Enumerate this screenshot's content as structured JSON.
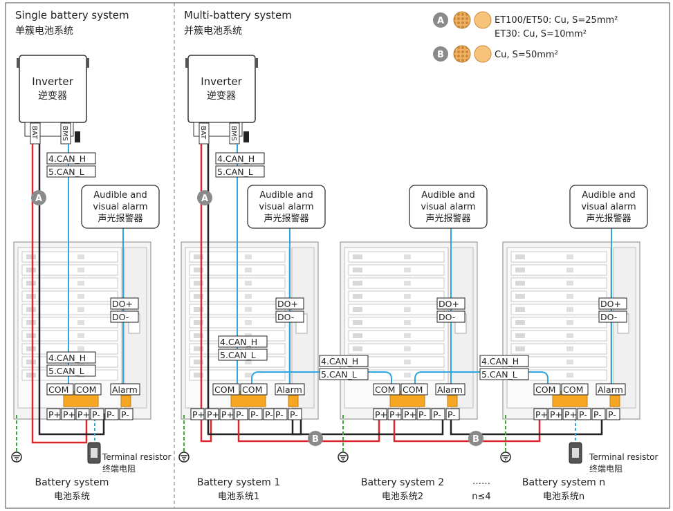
{
  "sections": {
    "single": {
      "title_en": "Single battery system",
      "title_cn": "单簇电池系统"
    },
    "multi": {
      "title_en": "Multi-battery system",
      "title_cn": "并簇电池系统"
    }
  },
  "legend": {
    "a_badge": "A",
    "a_line1": "ET100/ET50: Cu, S=25mm²",
    "a_line2": "ET30: Cu, S=10mm²",
    "b_badge": "B",
    "b_line1": "Cu, S=50mm²"
  },
  "inverter": {
    "name_en": "Inverter",
    "name_cn": "逆变器",
    "port_bat": "BAT",
    "port_bms": "BMS"
  },
  "labels": {
    "can_h": "4.CAN_H",
    "can_l": "5.CAN_L",
    "do_plus": "DO+",
    "do_minus": "DO-",
    "com": "COM",
    "alarm": "Alarm",
    "p_plus": "P+",
    "p_minus": "P-",
    "badge_a": "A",
    "badge_b": "B"
  },
  "alarm": {
    "line1": "Audible and",
    "line2": "visual alarm",
    "line3": "声光报警器"
  },
  "terminal": {
    "en": "Terminal resistor",
    "cn": "终端电阻"
  },
  "systems": {
    "single": {
      "en": "Battery system",
      "cn": "电池系统"
    },
    "s1": {
      "en": "Battery system 1",
      "cn": "电池系统1"
    },
    "s2": {
      "en": "Battery system 2",
      "cn": "电池系统2"
    },
    "sn": {
      "en": "Battery system n",
      "cn": "电池系统n"
    },
    "dots": "……",
    "limit": "n≤4"
  },
  "colors": {
    "red": "#d9272e",
    "black": "#222222",
    "blue": "#2ea7e0",
    "green": "#3aa935",
    "orange": "#f5a623",
    "badge": "#8a8a8a",
    "copper": "#f7c27a"
  }
}
